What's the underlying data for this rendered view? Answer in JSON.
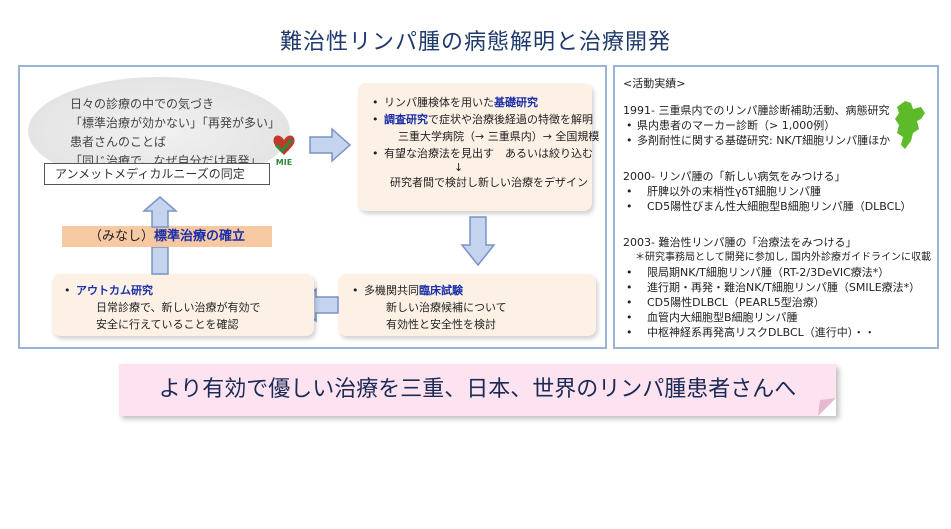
{
  "title": "難治性リンパ腫の病態解明と治療開発",
  "left": {
    "needs": [
      "日々の診療の中での気づき",
      "「標準治療が効かない」「再発が多い」",
      "患者さんのことば",
      "「同じ治療で、なぜ自分だけ再発」"
    ],
    "unmet_needs_label": "アンメットメディカルニーズの同定",
    "logo_text": "MIE",
    "research_box": {
      "line1_pre": "リンパ腫検体を用いた",
      "line1_hl": "基礎研究",
      "line2_hl": "調査研究",
      "line2_post": "で症状や治療後経過の特徴を解明",
      "line3": "三重大学病院（→ 三重県内）→ 全国規模",
      "line4": "有望な治療法を見出す　あるいは絞り込む",
      "line5": "↓",
      "line6": "研究者間で検討し新しい治療をデザイン"
    },
    "trial_box": {
      "line1_pre": "多機関共同",
      "line1_hl": "臨床試験",
      "line2": "新しい治療候補について",
      "line3": "有効性と安全性を検討"
    },
    "outcome_box": {
      "line1_hl": "アウトカム研究",
      "line2": "日常診療で、新しい治療が有効で",
      "line3": "安全に行えていることを確認"
    },
    "standard": {
      "pre": "（みなし）",
      "hl": "標準治療の確立"
    }
  },
  "right": {
    "heading": "<活動実績>",
    "sec1": {
      "title": "1991- 三重県内でのリンパ腫診断補助活動、病態研究",
      "items": [
        "県内患者のマーカー診断（> 1,000例）",
        "多剤耐性に関する基礎研究: NK/T細胞リンパ腫ほか"
      ]
    },
    "sec2": {
      "title": "2000- リンパ腫の「新しい病気をみつける」",
      "items": [
        "肝脾以外の末梢性γδT細胞リンパ腫",
        "CD5陽性びまん性大細胞型B細胞リンパ腫（DLBCL）"
      ]
    },
    "sec3": {
      "title": "2003- 難治性リンパ腫の「治療法をみつける」",
      "note": "＊研究事務局として開発に参加し, 国内外診療ガイドラインに収載",
      "items": [
        "限局期NK/T細胞リンパ腫（RT-2/3DeVIC療法*）",
        "進行期・再発・難治NK/T細胞リンパ腫（SMILE療法*）",
        "CD5陽性DLBCL（PEARL5型治療）",
        "血管内大細胞型B細胞リンパ腫",
        "中枢神経系再発高リスクDLBCL（進行中）・・"
      ]
    }
  },
  "banner": "より有効で優しい治療を三重、日本、世界のリンパ腫患者さんへ",
  "colors": {
    "title": "#1f3a6b",
    "panel_border": "#9db3d6",
    "box_fill": "#fdf1e6",
    "highlight": "#1a2fa8",
    "highlight_red": "#c0392b",
    "standard_bar": "#f7c9a2",
    "arrow_fill": "#c4d3ee",
    "arrow_stroke": "#7b93c4",
    "banner_fill": "#fde3f0",
    "map_green": "#5dbb2a"
  }
}
